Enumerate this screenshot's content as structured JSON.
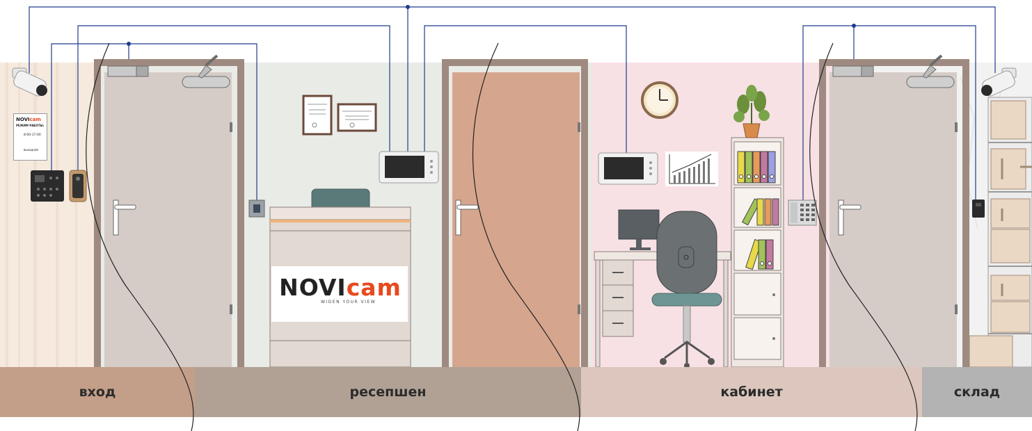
{
  "zones": [
    {
      "id": "entrance",
      "label": "вход",
      "color": "#c39f89"
    },
    {
      "id": "reception",
      "label": "ресепшен",
      "color": "#b1a195"
    },
    {
      "id": "office",
      "label": "кабинет",
      "color": "#dcc6bd"
    },
    {
      "id": "storage",
      "label": "склад",
      "color": "#b3b3b3"
    }
  ],
  "logo": {
    "brand_left": "NOVI",
    "brand_right": "cam",
    "tagline": "WIDEN YOUR VIEW",
    "accent": "#e8491d"
  },
  "sign": {
    "brand_left": "NOVI",
    "brand_right": "cam",
    "title": "РЕЖИМ РАБОТЫ:",
    "hours": "8:00-17:00",
    "days_off": "выходной"
  },
  "devices": [
    {
      "name": "cctv-camera",
      "icon": "camera-icon"
    },
    {
      "name": "fingerprint-access-terminal",
      "icon": "keypad-icon"
    },
    {
      "name": "video-door-phone-panel",
      "icon": "doorphone-icon"
    },
    {
      "name": "electromagnetic-lock",
      "icon": "lock-icon"
    },
    {
      "name": "door-closer",
      "icon": "closer-icon"
    },
    {
      "name": "exit-button",
      "icon": "button-icon"
    },
    {
      "name": "video-intercom-monitor",
      "icon": "monitor-icon"
    },
    {
      "name": "code-keypad",
      "icon": "keypad-icon"
    },
    {
      "name": "card-reader",
      "icon": "reader-icon"
    }
  ],
  "colors": {
    "wire": "#1e3c8c",
    "door": "#d6ccc7",
    "door_frame": "#9e8a80",
    "reception_door": "#d6a58e",
    "office_wall": "#f7e1e5"
  }
}
